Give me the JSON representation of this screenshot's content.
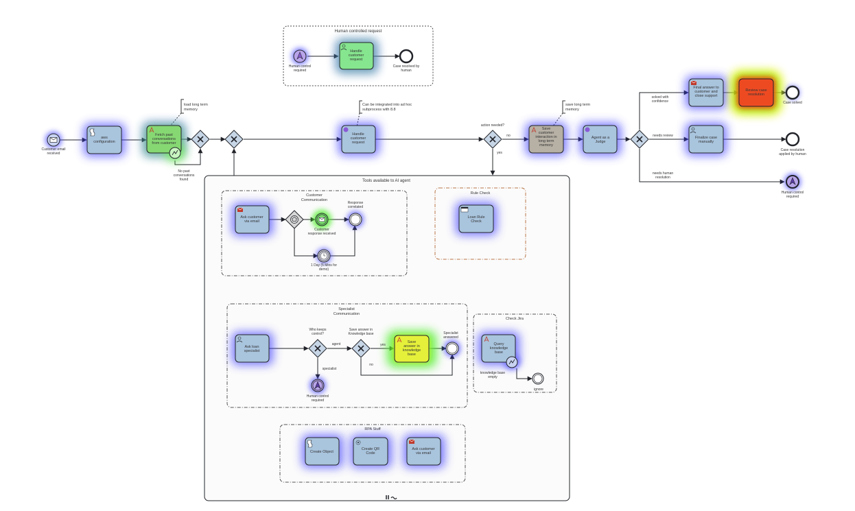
{
  "diagram": {
    "groups": {
      "human_controlled": "Human controlled request",
      "tools": "Tools available to AI agent",
      "customer_comm": [
        "Customer",
        "Communication"
      ],
      "rule_check": "Rule Check",
      "specialist_comm": [
        "Specialist",
        "Communication"
      ],
      "check_jira": "Check Jira",
      "rpa": "RPA Stuff"
    },
    "events": {
      "email_received": [
        "Customer email",
        "received"
      ],
      "human_control_top": [
        "Human control",
        "required"
      ],
      "case_resolved_human": [
        "Case resolved by",
        "human"
      ],
      "case_solved": "Case solved",
      "case_resolution_human": [
        "Case resolution",
        "applied by human"
      ],
      "human_control_right": [
        "Human control",
        "required"
      ],
      "no_past": [
        "No past",
        "conversations",
        "found"
      ],
      "customer_response": [
        "Customer",
        "response received"
      ],
      "response_correlated": [
        "Response",
        "correlated"
      ],
      "one_day": [
        "1 Day (5 Mins for",
        "demo)"
      ],
      "specialist_answered": [
        "Specialist",
        "answered"
      ],
      "human_control_spec": [
        "Human control",
        "required"
      ],
      "kb_empty": [
        "knowledge base",
        "empty"
      ],
      "ignore": "ignore"
    },
    "tasks": {
      "aws_config": [
        "aws",
        "configuration"
      ],
      "fetch_past": [
        "Fetch past",
        "conversations",
        "from customer"
      ],
      "handle_request": [
        "Handle",
        "customer",
        "request"
      ],
      "handle_request_human": [
        "Handle",
        "customer",
        "request"
      ],
      "save_memory": [
        "Save",
        "customer",
        "interaction in",
        "long term",
        "memory"
      ],
      "agent_judge": [
        "Agent as a",
        "Judge"
      ],
      "final_answer": [
        "Final answer to",
        "customer and",
        "close support"
      ],
      "review_case": [
        "Review case",
        "resolution"
      ],
      "finalize_case": [
        "Finalize case",
        "manually"
      ],
      "ask_customer_email": [
        "Ask customer",
        "via email"
      ],
      "loan_rule": [
        "Loan Rule",
        "Check"
      ],
      "ask_specialist": [
        "Ask loan",
        "specialist"
      ],
      "save_answer_kb": [
        "Save",
        "answer in",
        "knowledge",
        "base"
      ],
      "query_kb": [
        "Query",
        "knowledge",
        "base"
      ],
      "create_object": "Create Object",
      "create_qr": [
        "Create QR",
        "Code"
      ],
      "ask_customer_email_rpa": [
        "Ask customer",
        "via email"
      ]
    },
    "annotations": {
      "load_memory": [
        "load long term",
        "memory"
      ],
      "adhoc": [
        "Can be integrated into ad hoc",
        "subprocess with 8.8"
      ],
      "save_memory": [
        "save long term",
        "memory"
      ]
    },
    "flow_labels": {
      "action_needed": "action needed?",
      "no": "no",
      "yes": "yes",
      "solved_conf": [
        "solved with",
        "confidence"
      ],
      "needs_review": "needs review",
      "needs_human": [
        "needs human",
        "resolution"
      ],
      "who_control": [
        "Who keeps",
        "control?"
      ],
      "agent": "agent",
      "specialist": "specialist",
      "save_kb_q": [
        "Save answer in",
        "Knowledge base"
      ],
      "yes_kb": "yes",
      "no_kb": "no"
    },
    "colors": {
      "task_fill": "#a9c4dd",
      "task_stroke": "#22242a",
      "glow_blue": "#3d3dff",
      "glow_green": "#55ee33",
      "glow_red": "#ff3311",
      "glow_yellow": "#f2f200",
      "green_task": "#86e58f",
      "gray_task": "#b6b0a5",
      "rule_border": "#b8764a",
      "human_icon": "#8a5ad6"
    },
    "icons": {
      "message": "envelope-icon",
      "script": "script-icon",
      "user": "user-icon",
      "ai_agent": "ai-agent-icon",
      "gateway": "exclusive-gateway-icon",
      "timer": "timer-icon",
      "business_rule": "business-rule-icon",
      "send": "send-icon",
      "service": "service-icon",
      "human": "human-control-icon",
      "adhoc": "adhoc-marker-icon"
    }
  }
}
